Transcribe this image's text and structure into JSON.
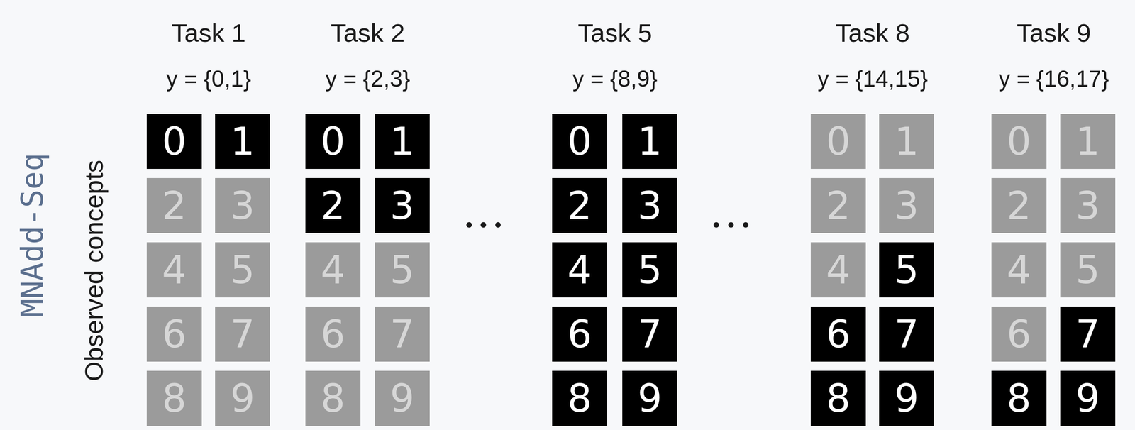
{
  "diagram": {
    "nodes": [
      {
        "text": [
          "0"
        ]
      },
      {
        "text": [
          "1"
        ]
      },
      {
        "text": [
          "2"
        ]
      },
      {
        "text": [
          "3"
        ]
      },
      {
        "text": [
          "4"
        ]
      },
      {
        "text": [
          "5"
        ]
      },
      {
        "text": [
          "6"
        ]
      },
      {
        "text": [
          "7"
        ]
      },
      {
        "text": [
          "8"
        ]
      },
      {
        "text": [
          "9"
        ]
      },
      {
        "text": [
          "0"
        ]
      },
      {
        "text": [
          "1"
        ]
      },
      {
        "text": [
          "2"
        ]
      },
      {
        "text": [
          "3"
        ]
      },
      {
        "text": [
          "4"
        ]
      },
      {
        "text": [
          "5"
        ]
      },
      {
        "text": [
          "6"
        ]
      },
      {
        "text": [
          "7"
        ]
      },
      {
        "text": [
          "8"
        ]
      },
      {
        "text": [
          "9"
        ]
      },
      {
        "text": [
          "0"
        ]
      },
      {
        "text": [
          "1"
        ]
      },
      {
        "text": [
          "2"
        ]
      },
      {
        "text": [
          "3"
        ]
      },
      {
        "text": [
          "4"
        ]
      },
      {
        "text": [
          "5"
        ]
      },
      {
        "text": [
          "6"
        ]
      },
      {
        "text": [
          "7"
        ]
      },
      {
        "text": [
          "8"
        ]
      },
      {
        "text": [
          "9"
        ]
      },
      {
        "text": [
          "0"
        ]
      },
      {
        "text": [
          "1"
        ]
      },
      {
        "text": [
          "2"
        ]
      },
      {
        "text": [
          "3"
        ]
      },
      {
        "text": [
          "4"
        ]
      },
      {
        "text": [
          "5"
        ]
      },
      {
        "text": [
          "6"
        ]
      },
      {
        "text": [
          "7"
        ]
      },
      {
        "text": [
          "8"
        ]
      },
      {
        "text": [
          "9"
        ]
      },
      {
        "text": [
          "0"
        ]
      },
      {
        "text": [
          "1"
        ]
      },
      {
        "text": [
          "2"
        ]
      },
      {
        "text": [
          "3"
        ]
      },
      {
        "text": [
          "4"
        ]
      },
      {
        "text": [
          "5"
        ]
      },
      {
        "text": [
          "6"
        ]
      },
      {
        "text": [
          "7"
        ]
      },
      {
        "text": [
          "8"
        ]
      },
      {
        "text": [
          "9"
        ]
      }
    ],
    "labels": [
      "MNAdd-Seq",
      "Observed concepts",
      "Task 1",
      "y = {0,1}",
      "Task 2",
      "y = {2,3}",
      "Task 5",
      "y = {8,9}",
      "Task 8",
      "y = {14,15}",
      "Task 9",
      "y = {16,17}"
    ]
  }
}
